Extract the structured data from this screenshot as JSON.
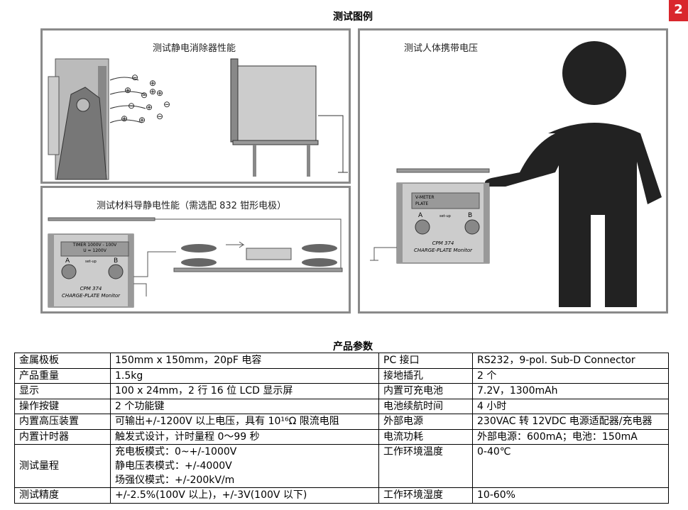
{
  "page_number": "2",
  "figures": {
    "title": "测试图例",
    "panel1": {
      "caption": "测试静电消除器性能"
    },
    "panel2": {
      "caption": "测试材料导静电性能（需选配 832 钳形电极）",
      "display_line1": "TIMER 1000V - 100V",
      "display_line2": "U = 1200V",
      "label_a": "A",
      "label_b": "B",
      "setup": "set-up",
      "model": "CPM 374",
      "device_name": "CHARGE-PLATE Monitor"
    },
    "panel3": {
      "caption": "测试人体携带电压",
      "display_line1": "V-METER",
      "display_line2": "PLATE",
      "label_a": "A",
      "label_b": "B",
      "setup": "set-up",
      "model": "CPM 374",
      "device_name": "CHARGE-PLATE Monitor"
    }
  },
  "specs": {
    "title": "产品参数",
    "rows": [
      {
        "k1": "金属极板",
        "v1": [
          "150mm x 150mm，20pF 电容"
        ],
        "k2": "PC 接口",
        "v2": "RS232，9-pol. Sub-D Connector"
      },
      {
        "k1": "产品重量",
        "v1": [
          "1.5kg"
        ],
        "k2": "接地插孔",
        "v2": "2 个"
      },
      {
        "k1": "显示",
        "v1": [
          "100 x 24mm，2 行 16 位 LCD 显示屏"
        ],
        "k2": "内置可充电池",
        "v2": "7.2V，1300mAh"
      },
      {
        "k1": "操作按键",
        "v1": [
          "2 个功能键"
        ],
        "k2": "电池续航时间",
        "v2": "4 小时"
      },
      {
        "k1": "内置高压装置",
        "v1": [
          "可输出+/-1200V 以上电压，具有 10¹⁶Ω 限流电阻"
        ],
        "k2": "外部电源",
        "v2": "230VAC 转 12VDC 电源适配器/充电器"
      },
      {
        "k1": "内置计时器",
        "v1": [
          "触发式设计，计时量程 0～99 秒"
        ],
        "k2": "电流功耗",
        "v2": "外部电源：600mA；电池：150mA"
      },
      {
        "k1": "测试量程",
        "v1": [
          "充电板模式：0~+/-1000V",
          "静电压表模式：+/-4000V",
          "场强仪模式：+/-200kV/m"
        ],
        "k2": "工作环境温度",
        "v2": "0-40℃"
      },
      {
        "k1": "测试精度",
        "v1": [
          "+/-2.5%(100V 以上)，+/-3V(100V 以下)"
        ],
        "k2": "工作环境湿度",
        "v2": "10-60%"
      }
    ]
  }
}
